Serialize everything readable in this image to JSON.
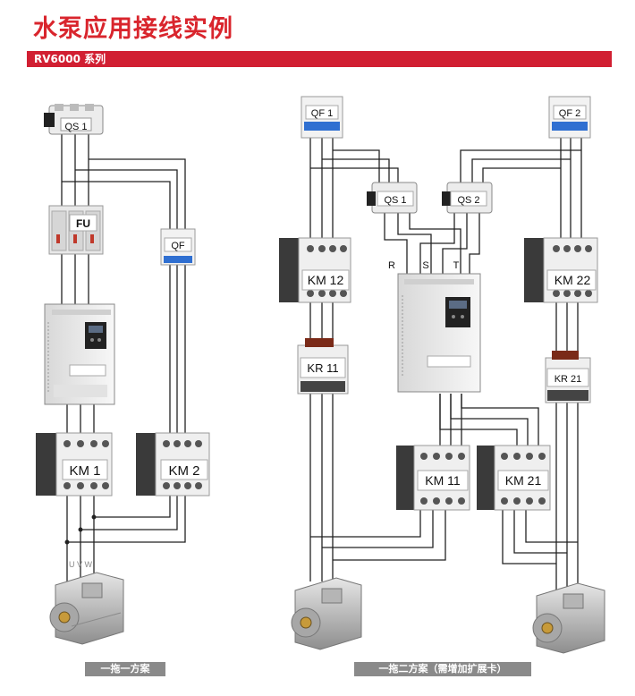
{
  "header": {
    "title": "水泵应用接线实例",
    "series": "RV6000 系列"
  },
  "left": {
    "qs": "QS 1",
    "fu": "FU",
    "qf": "QF",
    "km1": "KM 1",
    "km2": "KM 2",
    "uvw": "U V W",
    "caption": "一拖一方案"
  },
  "right": {
    "qf1": "QF 1",
    "qf2": "QF 2",
    "qs1": "QS 1",
    "qs2": "QS 2",
    "r": "R",
    "s": "S",
    "t": "T",
    "km12": "KM 12",
    "km22": "KM 22",
    "kr11": "KR 11",
    "kr21": "KR 21",
    "km11": "KM 11",
    "km21": "KM 21",
    "caption": "一拖二方案（需增加扩展卡）"
  },
  "colors": {
    "accent": "#d11f32",
    "wire": "#222222",
    "device_dark": "#3a3a3a",
    "caption_bg": "#8a8a8a",
    "breaker_blue": "#2f6fd1"
  }
}
